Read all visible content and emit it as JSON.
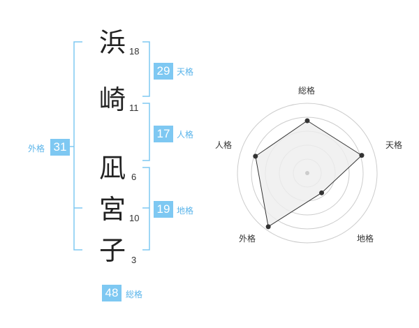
{
  "name_chars": [
    {
      "char": "浜",
      "strokes": "18"
    },
    {
      "char": "崎",
      "strokes": "11"
    },
    {
      "char": "凪",
      "strokes": "6"
    },
    {
      "char": "宮",
      "strokes": "10"
    },
    {
      "char": "子",
      "strokes": "3"
    }
  ],
  "kaku": {
    "tenkaku": {
      "value": "29",
      "label": "天格"
    },
    "jinkaku": {
      "value": "17",
      "label": "人格"
    },
    "chikaku": {
      "value": "19",
      "label": "地格"
    },
    "gaikaku": {
      "value": "31",
      "label": "外格"
    },
    "soukaku": {
      "value": "48",
      "label": "総格"
    }
  },
  "chart_data": {
    "type": "radar",
    "axes": [
      "総格",
      "天格",
      "地格",
      "外格",
      "人格"
    ],
    "values": [
      0.75,
      0.82,
      0.35,
      0.95,
      0.78
    ],
    "rings": 5,
    "colors": {
      "fill": "#ededed",
      "stroke": "#333333",
      "grid": "#cccccc",
      "point": "#333333"
    }
  },
  "colors": {
    "accent": "#7ec8f2",
    "accent_text": "#5ab4ea"
  }
}
